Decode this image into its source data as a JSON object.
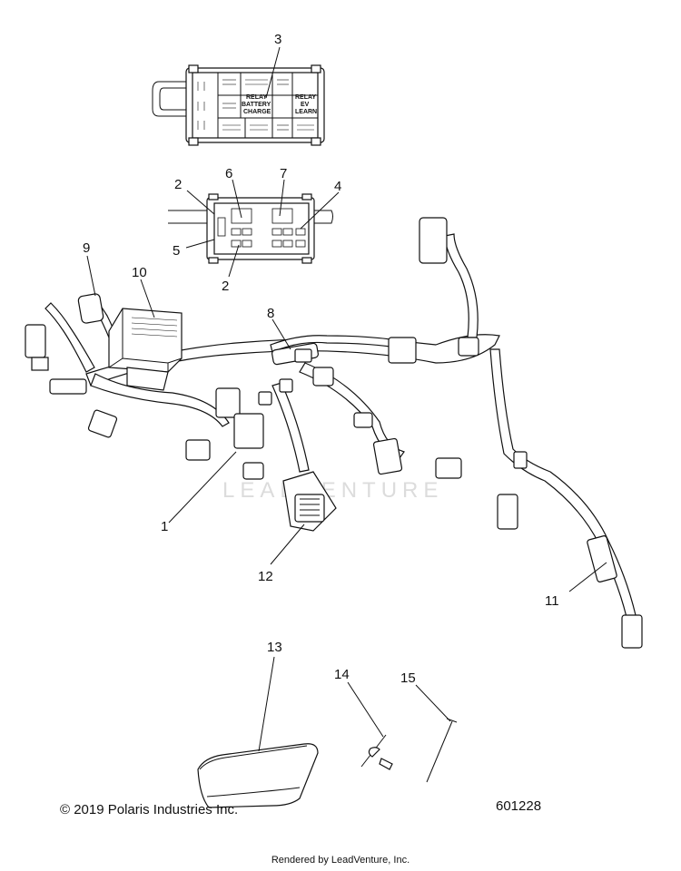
{
  "callouts": [
    "1",
    "2",
    "3",
    "4",
    "5",
    "6",
    "7",
    "8",
    "9",
    "10",
    "11",
    "12",
    "13",
    "14",
    "15"
  ],
  "fuse_box": {
    "relay_battery": [
      "RELAY",
      "BATTERY",
      "CHARGE"
    ],
    "relay_ev": [
      "RELAY",
      "EV",
      "LEARN"
    ]
  },
  "watermark": "LEADVENTURE",
  "copyright": "© 2019 Polaris Industries Inc.",
  "part_number": "601228",
  "rendered_by": "Rendered by LeadVenture, Inc."
}
